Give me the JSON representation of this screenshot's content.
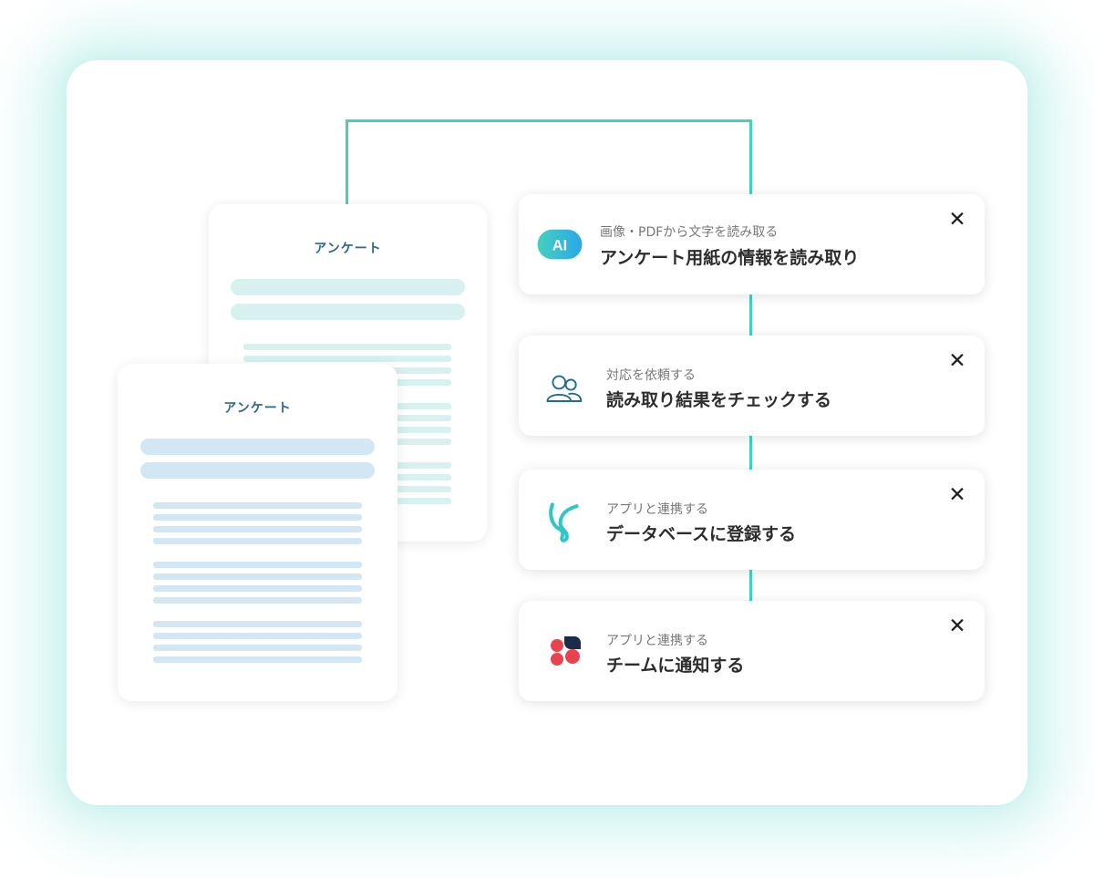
{
  "colors": {
    "accent": "#45d0c0",
    "doc_title": "#2b6a82",
    "doc_back_bars": "#d6f1ef",
    "doc_front_bars": "#d3e6f3",
    "ai_badge_start": "#45d0c0",
    "ai_badge_end": "#2aa8e8",
    "text_main": "#2d2d2d",
    "text_sub": "#777777"
  },
  "documents": [
    {
      "title": "アンケート"
    },
    {
      "title": "アンケート"
    }
  ],
  "steps": [
    {
      "icon": "ai-badge-icon",
      "icon_label": "AI",
      "subtitle": "画像・PDFから文字を読み取る",
      "title": "アンケート用紙の情報を読み取り",
      "close": "✕"
    },
    {
      "icon": "users-icon",
      "subtitle": "対応を依頼する",
      "title": "読み取り結果をチェックする",
      "close": "✕"
    },
    {
      "icon": "database-app-icon",
      "subtitle": "アプリと連携する",
      "title": "データベースに登録する",
      "close": "✕"
    },
    {
      "icon": "chat-app-icon",
      "subtitle": "アプリと連携する",
      "title": "チームに通知する",
      "close": "✕"
    }
  ]
}
